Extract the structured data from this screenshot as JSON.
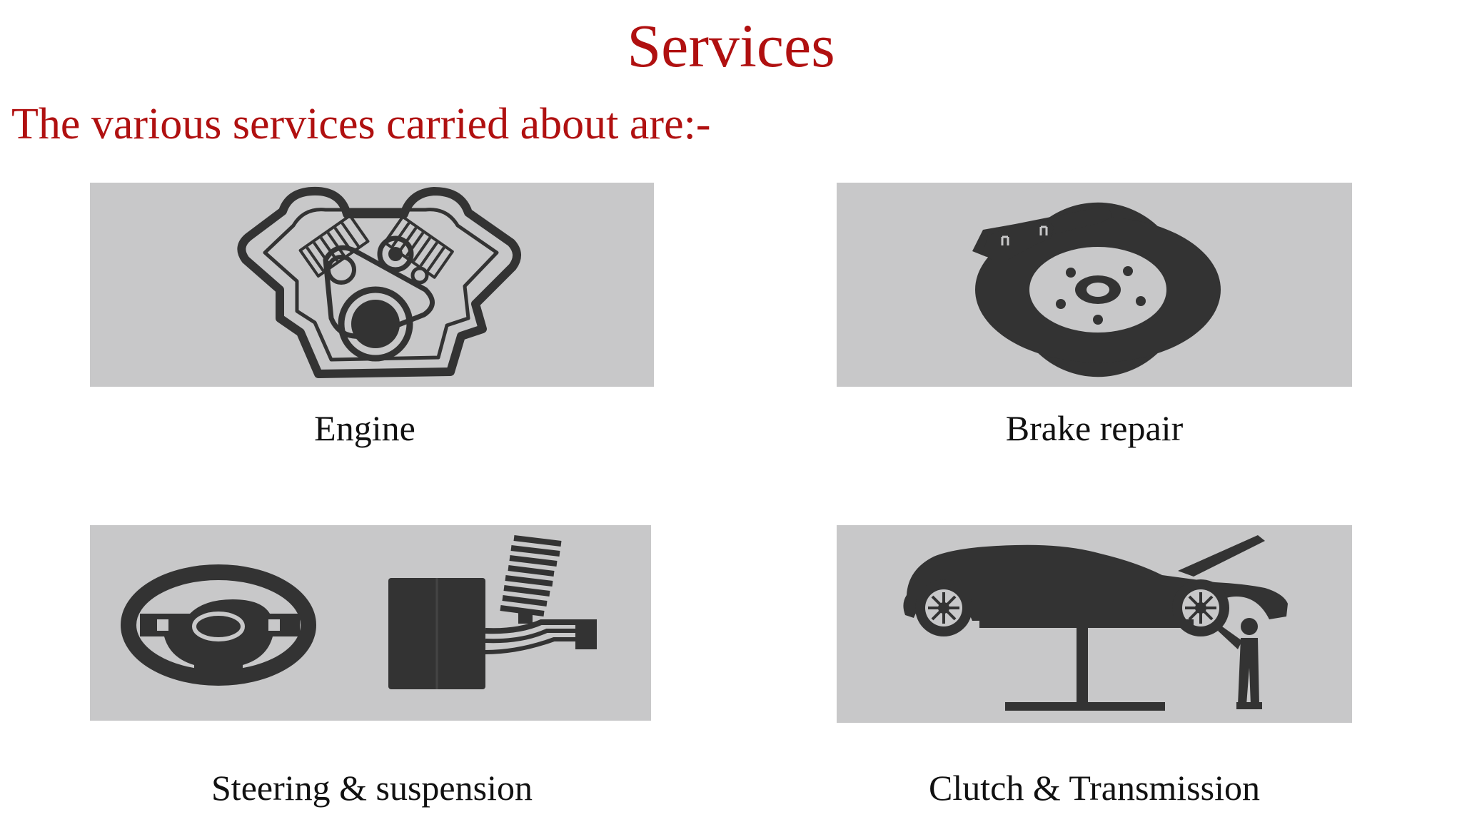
{
  "slide": {
    "title": "Services",
    "subtitle": "The various services carried about are:-"
  },
  "services": [
    {
      "label": "Engine",
      "icon": "engine-icon"
    },
    {
      "label": "Brake repair",
      "icon": "brake-disc-icon"
    },
    {
      "label": "Steering & suspension",
      "icon": "steering-suspension-icon"
    },
    {
      "label": "Clutch & Transmission",
      "icon": "car-lift-icon"
    }
  ],
  "colors": {
    "heading": "#b01010",
    "tile_background": "#c8c8c9",
    "icon": "#333333",
    "caption": "#111111"
  }
}
